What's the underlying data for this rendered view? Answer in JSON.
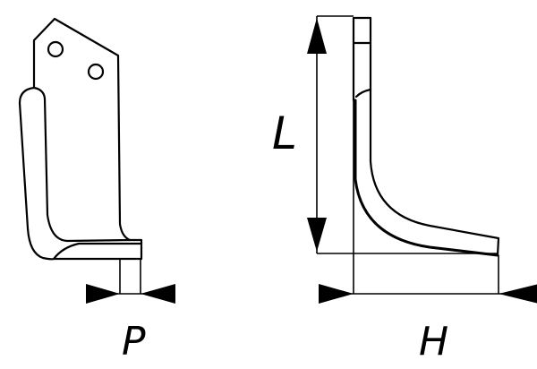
{
  "labels": {
    "p": "P",
    "l": "L",
    "h": "H"
  },
  "colors": {
    "stroke": "#000000",
    "background": "#ffffff"
  }
}
